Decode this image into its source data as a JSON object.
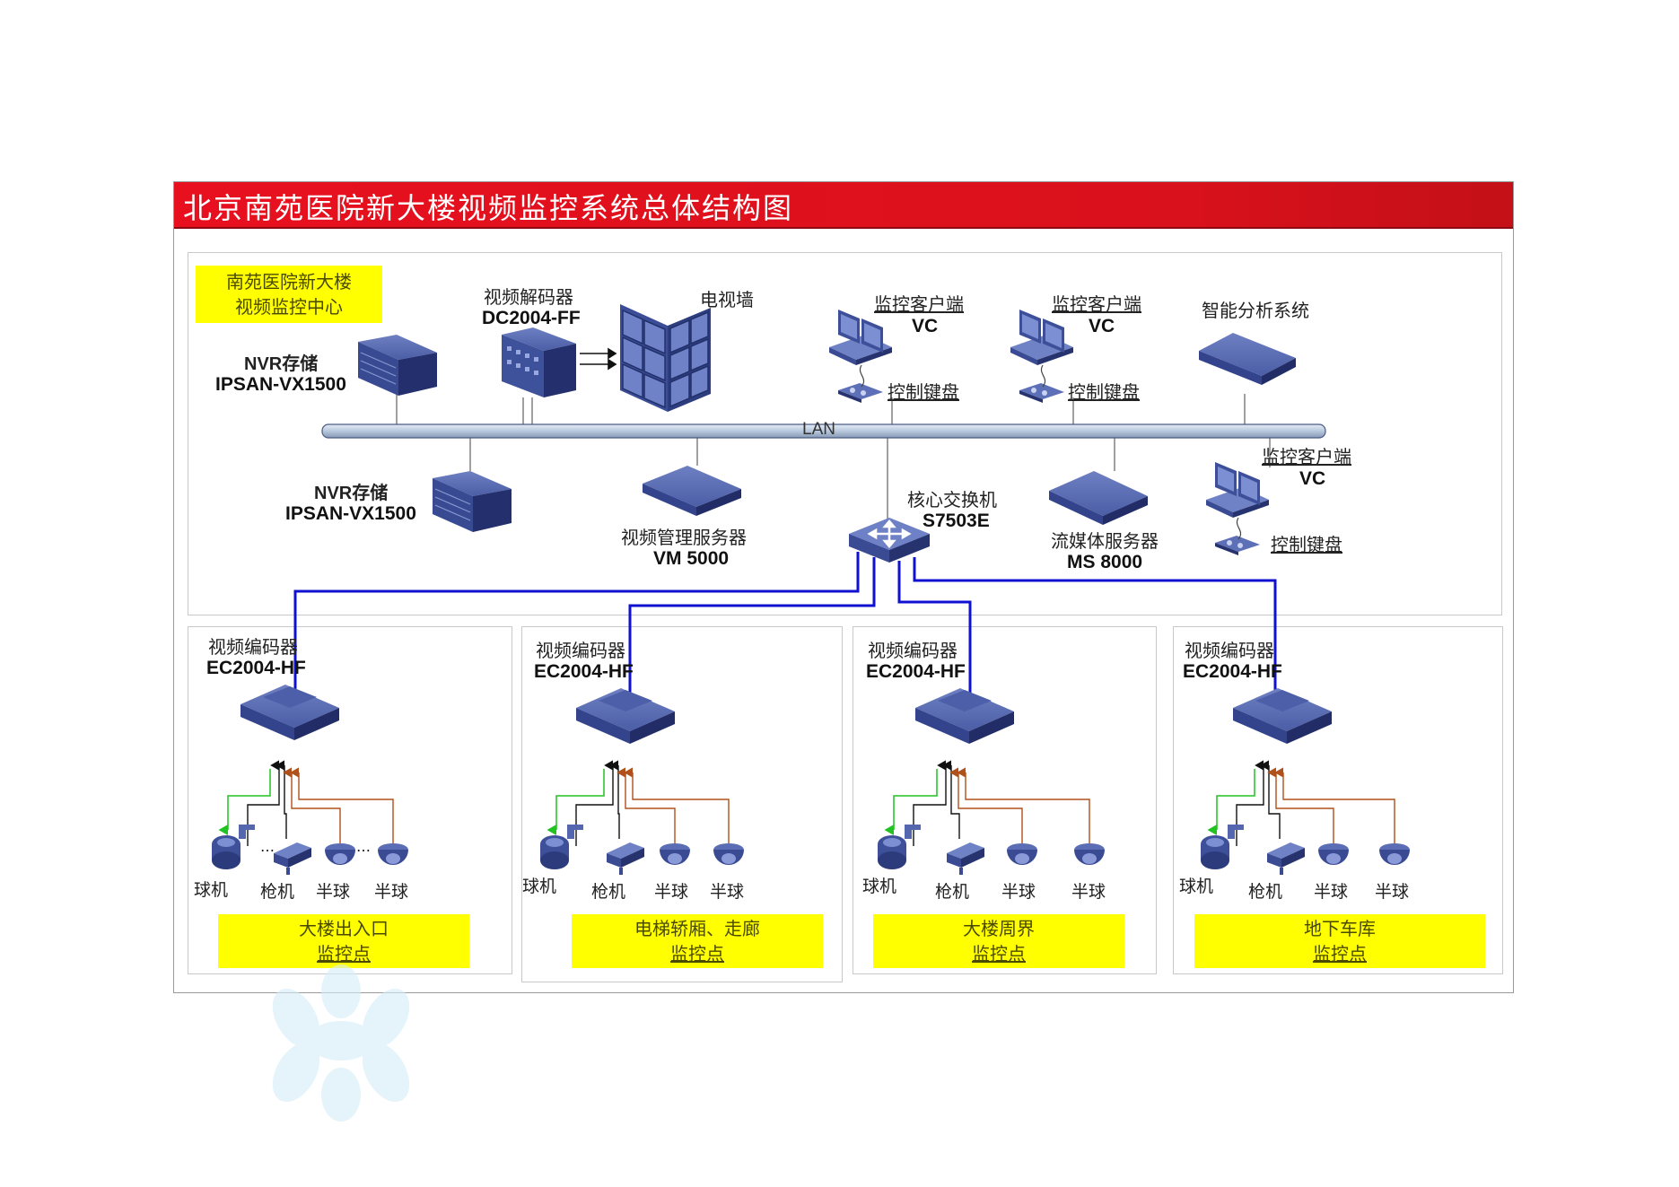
{
  "title": "北京南苑医院新大楼视频监控系统总体结构图",
  "center": {
    "label_line1": "南苑医院新大楼",
    "label_line2": "视频监控中心",
    "nvr_top": {
      "name": "NVR存储",
      "model": "IPSAN-VX1500"
    },
    "nvr_bottom": {
      "name": "NVR存储",
      "model": "IPSAN-VX1500"
    },
    "decoder": {
      "name": "视频解码器",
      "model": "DC2004-FF"
    },
    "tv_wall": {
      "name": "电视墙"
    },
    "client1": {
      "name": "监控客户端",
      "model": "VC",
      "keyboard": "控制键盘"
    },
    "client2": {
      "name": "监控客户端",
      "model": "VC",
      "keyboard": "控制键盘"
    },
    "client3": {
      "name": "监控客户端",
      "model": "VC",
      "keyboard": "控制键盘"
    },
    "analysis": {
      "name": "智能分析系统"
    },
    "lan": "LAN",
    "vm_server": {
      "name": "视频管理服务器",
      "model": "VM 5000"
    },
    "core_switch": {
      "name": "核心交换机",
      "model": "S7503E"
    },
    "ms_server": {
      "name": "流媒体服务器",
      "model": "MS 8000"
    }
  },
  "zones": [
    {
      "encoder_name": "视频编码器",
      "encoder_model": "EC2004-HF",
      "cams": [
        "球机",
        "枪机",
        "半球",
        "半球"
      ],
      "label_line1": "大楼出入口",
      "label_line2": "监控点"
    },
    {
      "encoder_name": "视频编码器",
      "encoder_model": "EC2004-HF",
      "cams": [
        "球机",
        "枪机",
        "半球",
        "半球"
      ],
      "label_line1": "电梯轿厢、走廊",
      "label_line2": "监控点"
    },
    {
      "encoder_name": "视频编码器",
      "encoder_model": "EC2004-HF",
      "cams": [
        "球机",
        "枪机",
        "半球",
        "半球"
      ],
      "label_line1": "大楼周界",
      "label_line2": "监控点"
    },
    {
      "encoder_name": "视频编码器",
      "encoder_model": "EC2004-HF",
      "cams": [
        "球机",
        "枪机",
        "半球",
        "半球"
      ],
      "label_line1": "地下车库",
      "label_line2": "监控点"
    }
  ],
  "colors": {
    "title_bg": "#e01019",
    "label_bg": "#ffff00",
    "trunk_line": "#1010d0",
    "device": "#3d4f99",
    "lan_bar": "#b7c7dc",
    "arrow_green": "#22c222",
    "arrow_brown": "#b0501a"
  },
  "icons": [
    "server-icon",
    "decoder-icon",
    "tv-wall-icon",
    "monitor-icon",
    "keyboard-icon",
    "switch-icon",
    "encoder-icon",
    "ptz-camera-icon",
    "bullet-camera-icon",
    "dome-camera-icon"
  ]
}
